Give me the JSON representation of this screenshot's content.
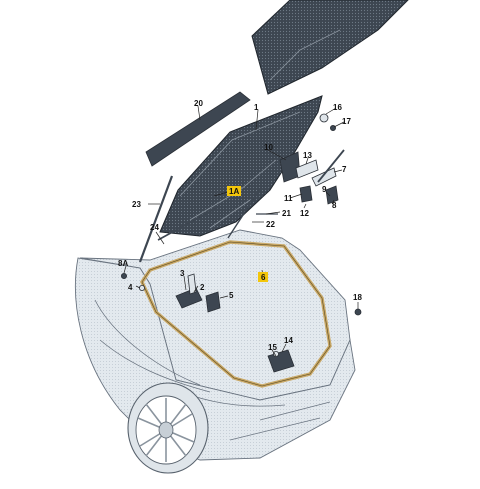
{
  "diagram": {
    "callouts": [
      {
        "id": "c20",
        "label": "20"
      },
      {
        "id": "c1",
        "label": "1"
      },
      {
        "id": "c16",
        "label": "16"
      },
      {
        "id": "c17",
        "label": "17"
      },
      {
        "id": "c10",
        "label": "10"
      },
      {
        "id": "c13",
        "label": "13"
      },
      {
        "id": "c7",
        "label": "7"
      },
      {
        "id": "c1A",
        "label": "1A"
      },
      {
        "id": "c11",
        "label": "11"
      },
      {
        "id": "c9",
        "label": "9"
      },
      {
        "id": "c8",
        "label": "8"
      },
      {
        "id": "c21",
        "label": "21"
      },
      {
        "id": "c12",
        "label": "12"
      },
      {
        "id": "c23",
        "label": "23"
      },
      {
        "id": "c22",
        "label": "22"
      },
      {
        "id": "c24",
        "label": "24"
      },
      {
        "id": "c8A",
        "label": "8A"
      },
      {
        "id": "c3",
        "label": "3"
      },
      {
        "id": "c6",
        "label": "6"
      },
      {
        "id": "c2",
        "label": "2"
      },
      {
        "id": "c4",
        "label": "4"
      },
      {
        "id": "c5",
        "label": "5"
      },
      {
        "id": "c18",
        "label": "18"
      },
      {
        "id": "c14",
        "label": "14"
      },
      {
        "id": "c15",
        "label": "15"
      }
    ],
    "colors": {
      "panel_dark": "#3d4651",
      "panel_light": "#dfe5ea",
      "car_body": "#e3e9ee",
      "seal": "#c9a866",
      "highlight_callout": "#f3c60b"
    }
  }
}
